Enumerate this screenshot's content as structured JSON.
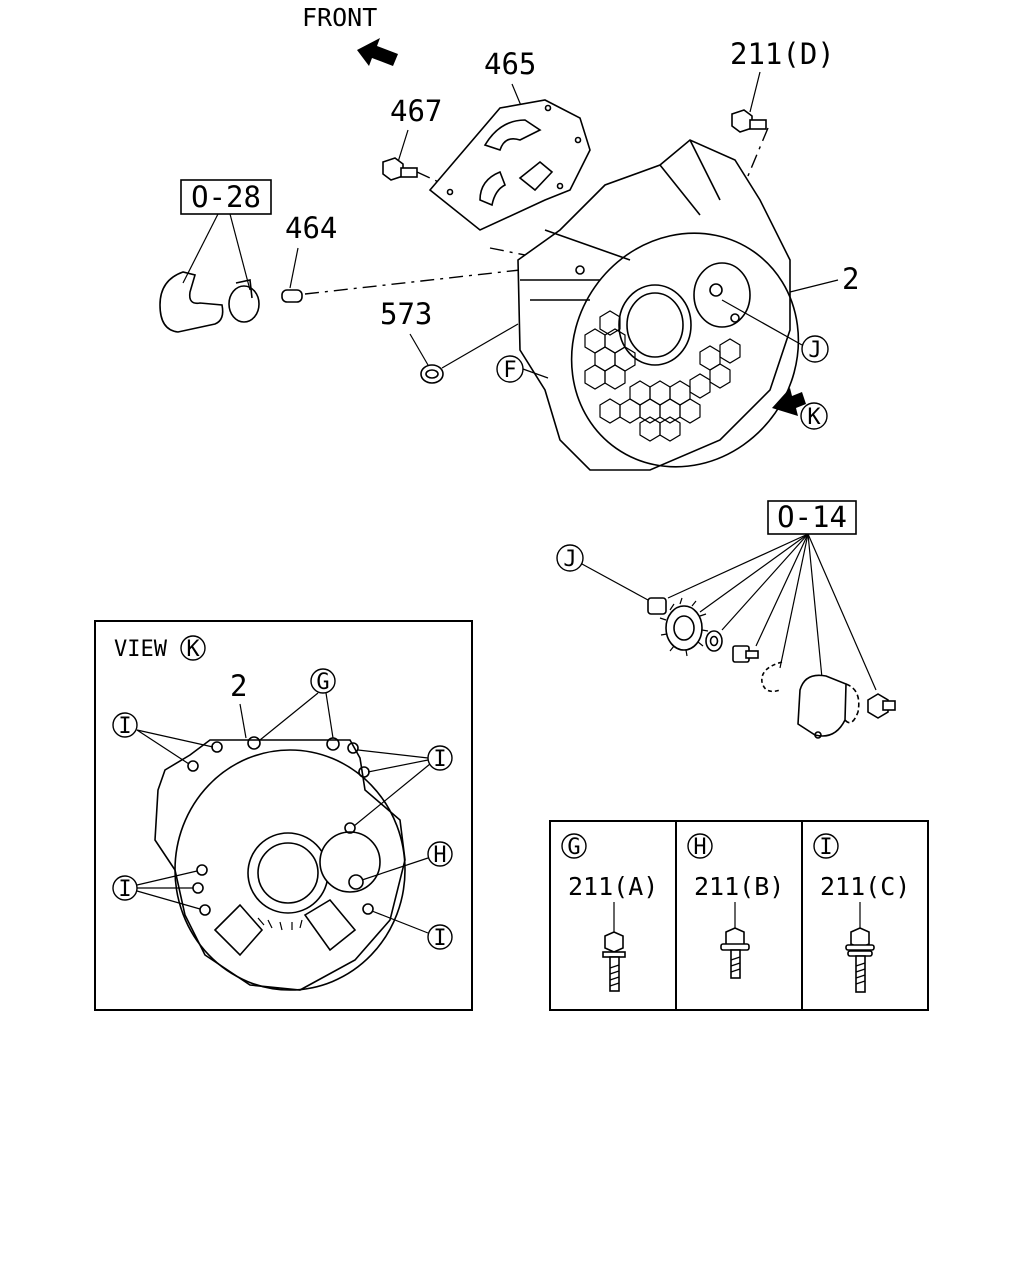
{
  "front_label": "FRONT",
  "refs": {
    "r465": "465",
    "r211d": "211(D)",
    "r467": "467",
    "r464": "464",
    "r573": "573",
    "r2": "2",
    "box_o28": "O-28",
    "box_o14": "O-14"
  },
  "callouts": {
    "f": "F",
    "j": "J",
    "k": "K",
    "j2": "J"
  },
  "view_panel": {
    "title": "VIEW",
    "k": "K",
    "part2": "2",
    "g": "G",
    "h": "H",
    "i": "I"
  },
  "legend": {
    "cells": [
      {
        "key": "G",
        "part": "211(A)"
      },
      {
        "key": "H",
        "part": "211(B)"
      },
      {
        "key": "I",
        "part": "211(C)"
      }
    ]
  }
}
